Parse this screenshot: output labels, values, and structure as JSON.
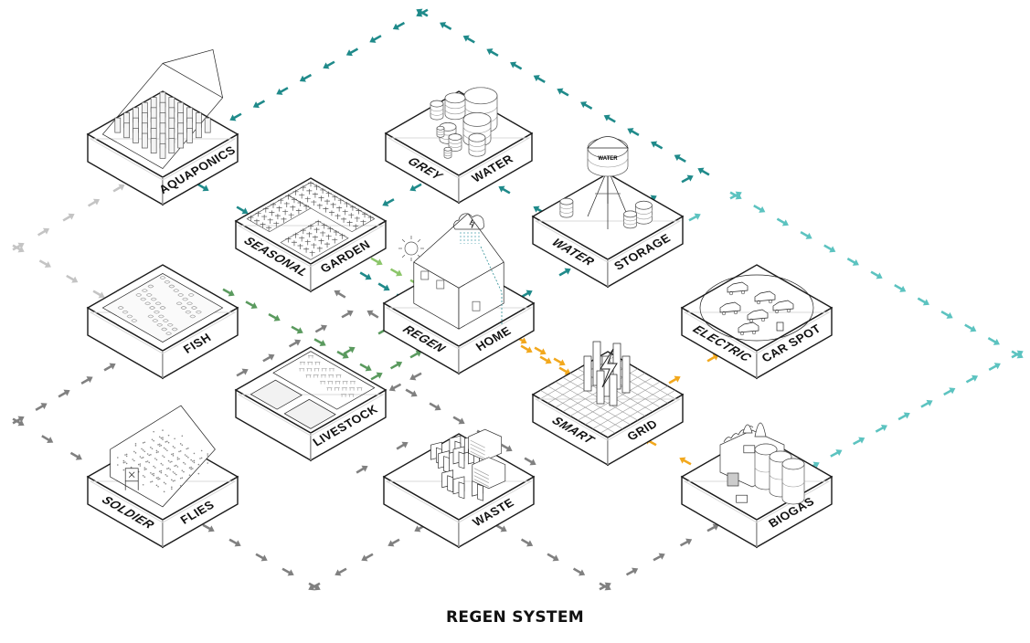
{
  "title": "REGEN SYSTEM",
  "colors": {
    "teal_dark": "#1f8a8a",
    "teal_light": "#5cc3c0",
    "green": "#5a9a5e",
    "light_green": "#8cc66a",
    "grey": "#808080",
    "light_grey": "#c4c4c4",
    "orange": "#f2a81d"
  },
  "modules": [
    {
      "id": "aquaponics",
      "label_left": "",
      "label_right": "AQUAPONICS",
      "icon": "greenhouse-racks-icon"
    },
    {
      "id": "grey-water",
      "label_left": "GREY",
      "label_right": "WATER",
      "icon": "water-barrels-icon"
    },
    {
      "id": "water-storage",
      "label_left": "WATER",
      "label_right": "STORAGE",
      "icon": "water-tower-icon",
      "tower_text": "WATER"
    },
    {
      "id": "seasonal-garden",
      "label_left": "SEASONAL",
      "label_right": "GARDEN",
      "icon": "plant-beds-icon"
    },
    {
      "id": "regen-home",
      "label_left": "REGEN",
      "label_right": "HOME",
      "icon": "house-icon"
    },
    {
      "id": "fish",
      "label_left": "",
      "label_right": "FISH",
      "icon": "fish-pond-icon"
    },
    {
      "id": "livestock",
      "label_left": "",
      "label_right": "LIVESTOCK",
      "icon": "livestock-pens-icon"
    },
    {
      "id": "electric-car-spot",
      "label_left": "ELECTRIC",
      "label_right": "CAR SPOT",
      "icon": "electric-cars-icon"
    },
    {
      "id": "smart-grid",
      "label_left": "SMART",
      "label_right": "GRID",
      "icon": "lightning-grid-icon"
    },
    {
      "id": "soldier-flies",
      "label_left": "SOLDIER",
      "label_right": "FLIES",
      "icon": "fly-greenhouse-icon"
    },
    {
      "id": "waste",
      "label_left": "",
      "label_right": "WASTE",
      "icon": "waste-bins-icon"
    },
    {
      "id": "biogas",
      "label_left": "",
      "label_right": "BIOGAS",
      "icon": "biogas-plant-icon"
    }
  ],
  "flows": [
    {
      "name": "storage-to-aquaponics-loop",
      "color": "teal_dark"
    },
    {
      "name": "biogas-to-storage-loop",
      "color": "teal_light"
    },
    {
      "name": "aquaponics-to-garden",
      "color": "teal_dark"
    },
    {
      "name": "greywater-to-garden",
      "color": "teal_dark"
    },
    {
      "name": "storage-to-greywater",
      "color": "teal_dark"
    },
    {
      "name": "garden-to-home",
      "color": "light_green"
    },
    {
      "name": "home-to-storage",
      "color": "teal_dark"
    },
    {
      "name": "fish-livestock-home",
      "color": "green"
    },
    {
      "name": "home-smartgrid",
      "color": "orange"
    },
    {
      "name": "smartgrid-to-cars",
      "color": "orange"
    },
    {
      "name": "biogas-to-smartgrid",
      "color": "orange"
    },
    {
      "name": "home-to-waste",
      "color": "grey"
    },
    {
      "name": "waste-loops",
      "color": "grey"
    },
    {
      "name": "fish-to-aquaponics",
      "color": "light_grey"
    }
  ]
}
